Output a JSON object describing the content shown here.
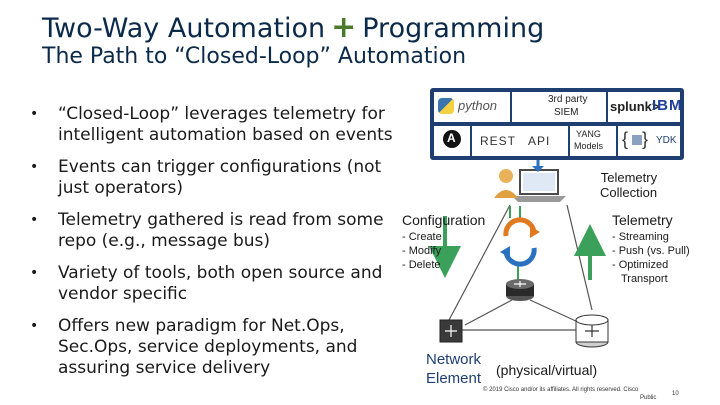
{
  "header": {
    "title_part1": "Two-Way Automation",
    "title_plus": "+",
    "title_part2": "Programming",
    "subtitle": "The Path to “Closed-Loop” Automation"
  },
  "bullets": [
    "“Closed-Loop” leverages telemetry for intelligent automation based on events",
    "Events can trigger configurations (not just operators)",
    "Telemetry gathered is read from some repo (e.g., message bus)",
    "Variety of tools, both open source and vendor specific",
    "Offers new paradigm for Net.Ops, Sec.Ops, service deployments, and assuring service delivery"
  ],
  "tools": {
    "python": "python",
    "third_party_line1": "3rd party",
    "third_party_line2": "SIEM",
    "splunk": "splunk>",
    "ibm": "IBM",
    "ansible": "A",
    "rest": "REST",
    "api": "API",
    "yang_line1": "YANG",
    "yang_line2": "Models",
    "ydk": "YDK"
  },
  "diagram": {
    "telemetry_collection_line1": "Telemetry",
    "telemetry_collection_line2": "Collection",
    "configuration_heading": "Configuration",
    "configuration_items": [
      "-  Create",
      "-  Modify",
      "-  Delete"
    ],
    "telemetry_heading": "Telemetry",
    "telemetry_items": [
      "-  Streaming",
      "-  Push (vs. Pull)",
      "-  Optimized",
      "   Transport"
    ],
    "network_element_line1": "Network",
    "network_element_line2": "Element",
    "physical_virtual": "(physical/virtual)"
  },
  "footer": {
    "copyright": "© 2019 Cisco and/or its affiliates. All rights reserved. Cisco",
    "copyright2": "Public",
    "page": "10"
  },
  "colors": {
    "navy": "#0b2a4a",
    "banner": "#1f3f73",
    "green_arrow": "#3aa05a",
    "orange": "#e07a20",
    "blue_cycle": "#2a72c0",
    "router": "#2a2a2a"
  }
}
